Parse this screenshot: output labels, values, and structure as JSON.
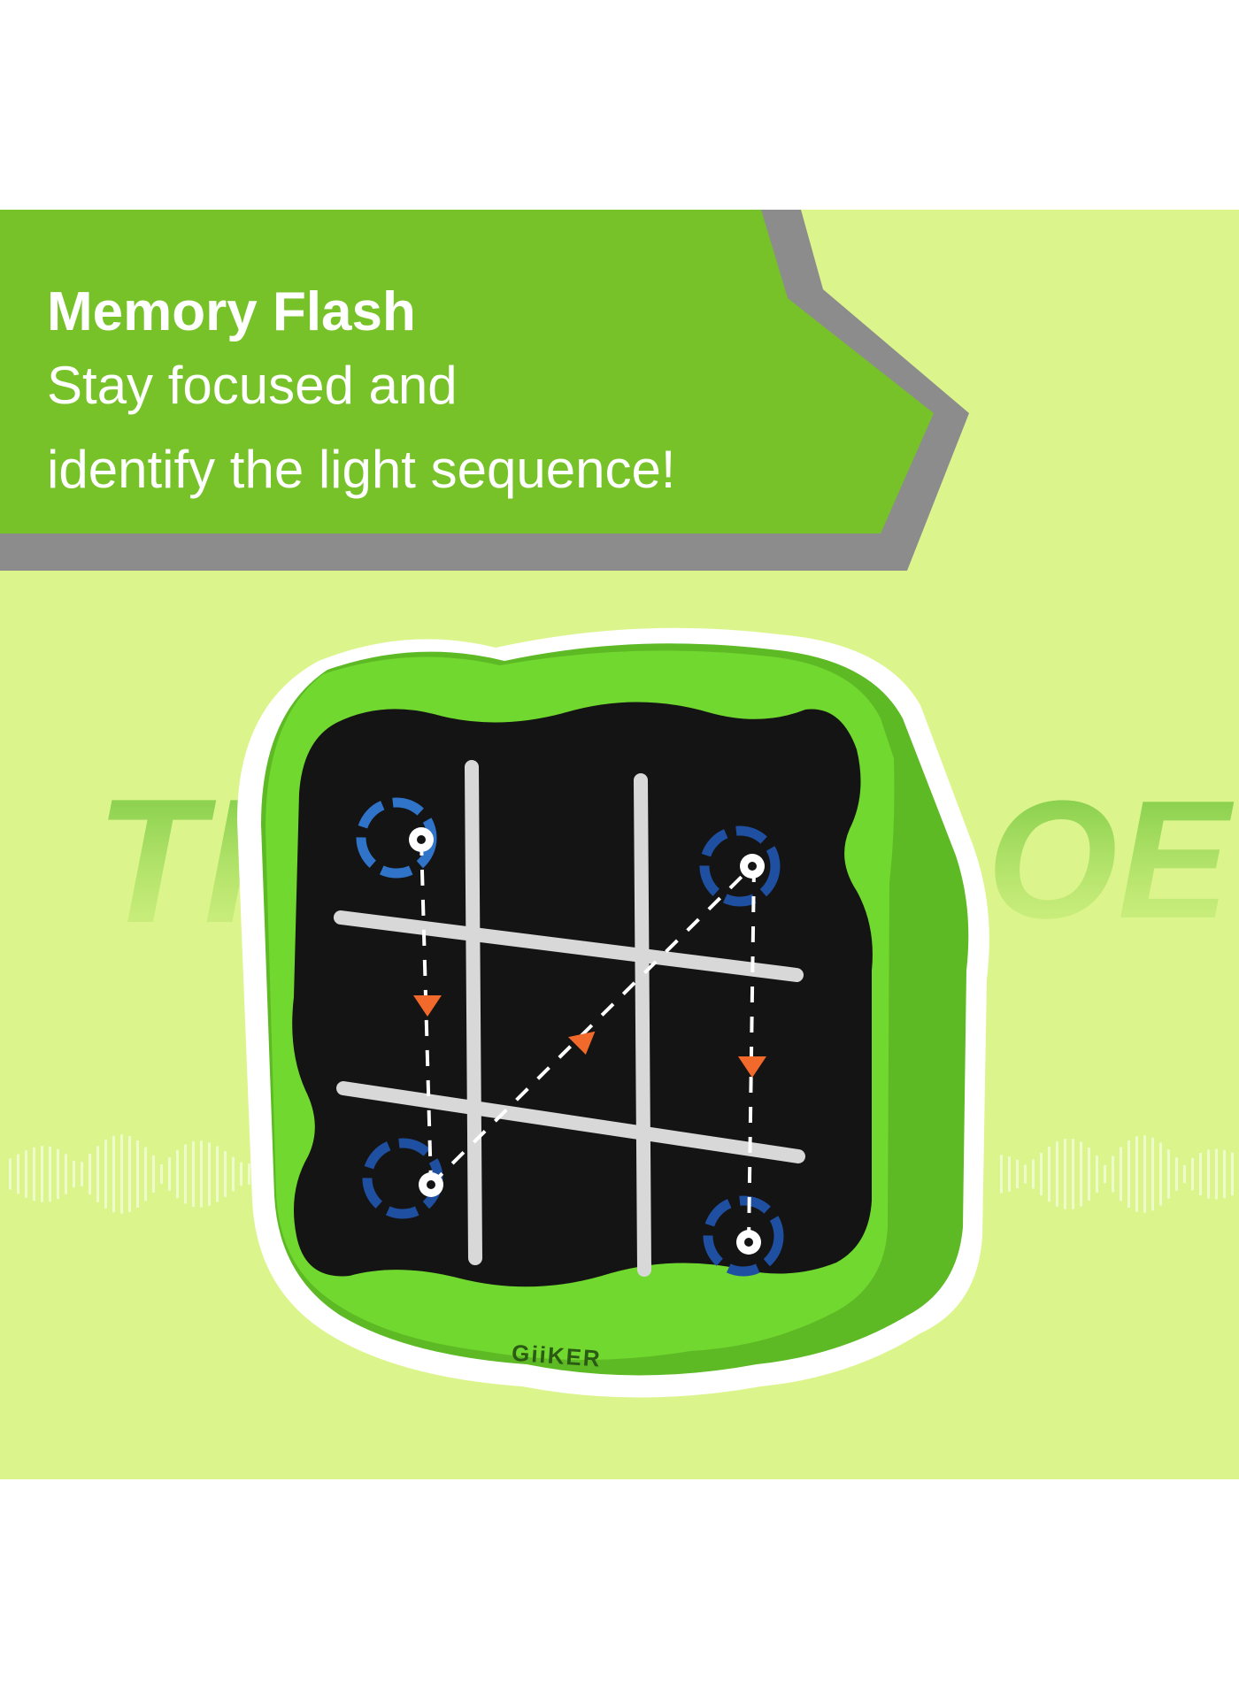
{
  "banner": {
    "headline": "Memory Flash",
    "subline_1": "Stay focused and",
    "subline_2": "identify the light sequence!"
  },
  "background": {
    "watermark_left": "TI",
    "watermark_right": "OE"
  },
  "device": {
    "brand_logo": "GiiKER"
  },
  "colors": {
    "banner_green": "#77c228",
    "banner_edge_gray": "#8c8c8c",
    "background_lime": "#dbf58c",
    "device_shell": "#6fd62e",
    "panel": "#141414",
    "light_ring_blue": "#2f74c8",
    "arrow_orange": "#f26a2b"
  },
  "icons": [
    "light-ring-icon",
    "sequence-arrow-icon",
    "dashed-path-icon"
  ]
}
